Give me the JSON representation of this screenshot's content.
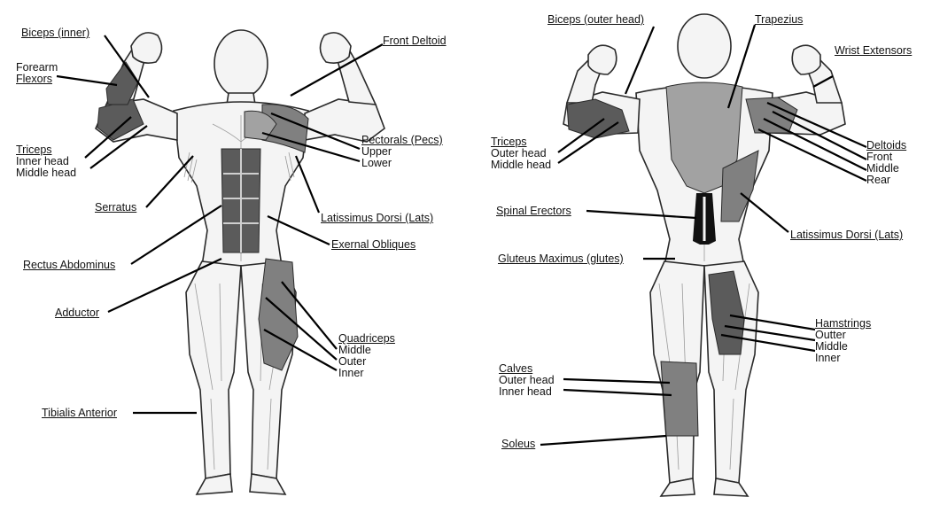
{
  "front": {
    "biceps_inner": "Biceps (inner)",
    "front_deltoid": "Front Deltoid",
    "forearm_flexors": [
      "Forearm",
      "Flexors"
    ],
    "triceps": [
      "Triceps",
      "Inner head",
      "Middle head"
    ],
    "pectorals": [
      "Pectorals (Pecs)",
      "Upper",
      "Lower"
    ],
    "serratus": "Serratus",
    "lats": "Latissimus Dorsi (Lats)",
    "obliques": "Exernal Obliques",
    "rectus": "Rectus Abdominus",
    "adductor": "Adductor",
    "quadriceps": [
      "Quadriceps",
      "Middle",
      "Outer",
      "Inner"
    ],
    "tibialis": "Tibialis Anterior"
  },
  "back": {
    "biceps_outer": "Biceps (outer head)",
    "trapezius": "Trapezius",
    "wrist_extensors": "Wrist Extensors",
    "triceps": [
      "Triceps",
      "Outer head",
      "Middle head"
    ],
    "deltoids": [
      "Deltoids",
      "Front",
      "Middle",
      "Rear"
    ],
    "spinal_erectors": "Spinal Erectors",
    "lats": "Latissimus Dorsi (Lats)",
    "gluteus": "Gluteus Maximus (glutes)",
    "hamstrings": [
      "Hamstrings",
      "Outter",
      "Middle",
      "Inner"
    ],
    "calves": [
      "Calves",
      "Outer head",
      "Inner head"
    ],
    "soleus": "Soleus"
  }
}
